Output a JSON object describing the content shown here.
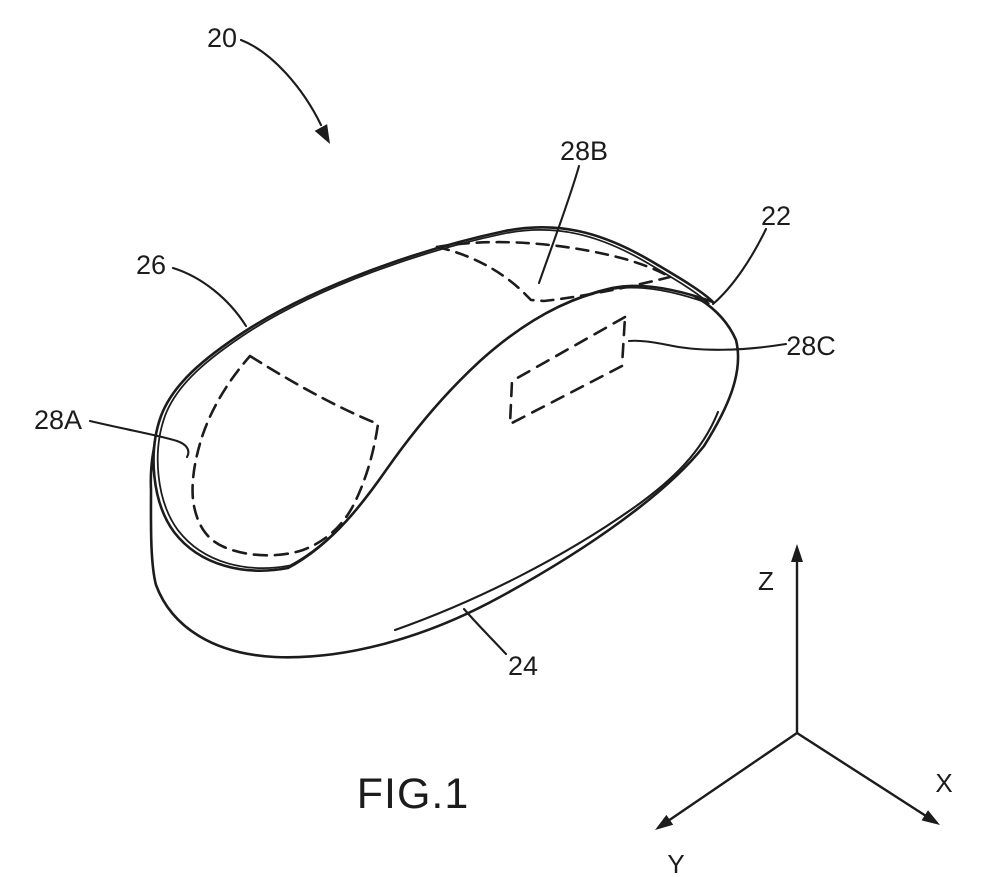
{
  "figure": {
    "caption": "FIG.1",
    "reference_numerals": {
      "r20": "20",
      "r22": "22",
      "r24": "24",
      "r26": "26",
      "r28a": "28A",
      "r28b": "28B",
      "r28c": "28C"
    },
    "axes": {
      "x": "X",
      "y": "Y",
      "z": "Z"
    },
    "ink_color": "#1c1c1c",
    "background_color": "#ffffff"
  }
}
